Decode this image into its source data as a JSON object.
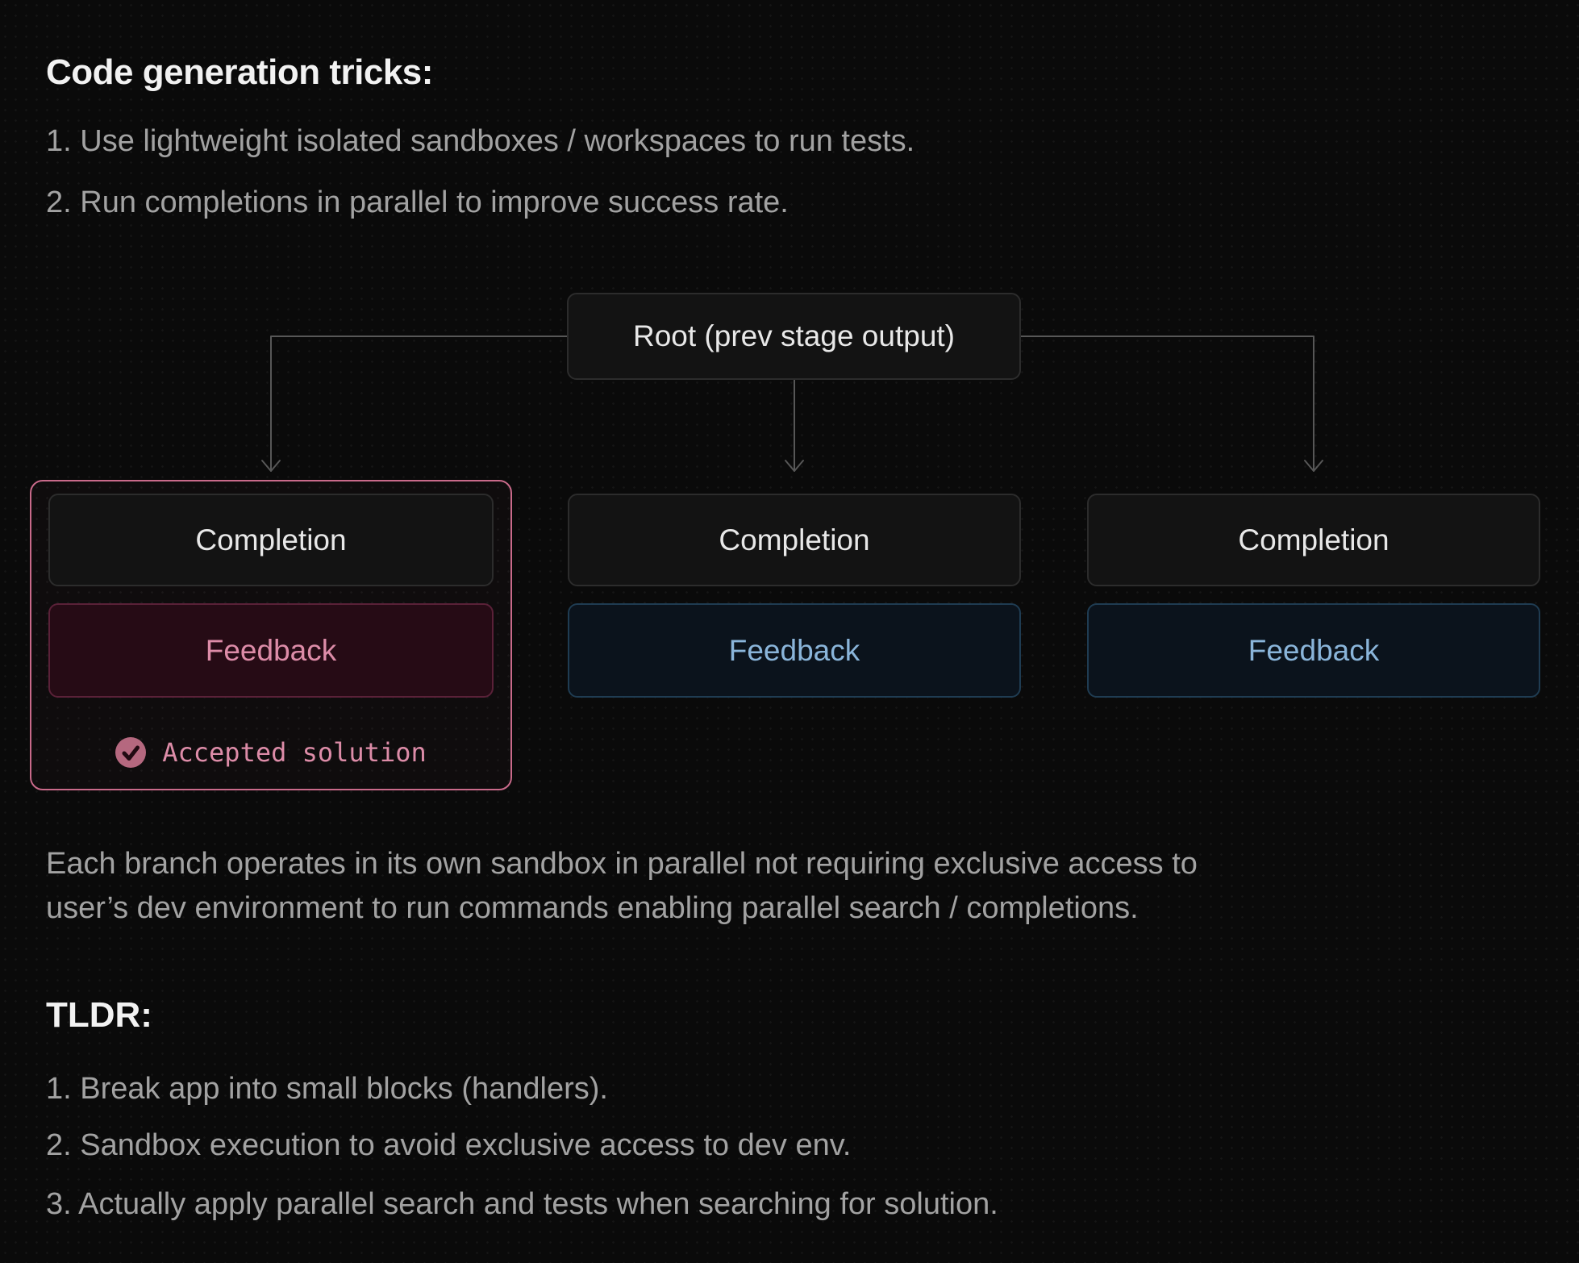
{
  "colors": {
    "page_bg": "#0a0a0a",
    "heading_text": "#f2f2f2",
    "body_text": "#a2a2a2",
    "node_bg": "#131313",
    "node_border": "#2c2c2c",
    "node_text": "#e8e8e8",
    "accent_pink": "#c96a8a",
    "pink_text": "#dd8ca8",
    "pink_feedback_bg": "#260b15",
    "pink_feedback_border": "#5a2138",
    "blue_text": "#8ab5da",
    "blue_feedback_bg": "#0b131c",
    "blue_feedback_border": "#1f3c52",
    "connector": "#575757",
    "check_fill": "#b5687f",
    "check_mark": "#220a12"
  },
  "header": {
    "title": "Code generation tricks:",
    "items": [
      "1. Use lightweight isolated sandboxes / workspaces to run tests.",
      "2. Run completions in parallel to improve success rate."
    ]
  },
  "diagram": {
    "root_label": "Root (prev stage output)",
    "branches": [
      {
        "completion_label": "Completion",
        "feedback_label": "Feedback",
        "variant": "pink",
        "accepted": true,
        "accepted_label": "Accepted solution"
      },
      {
        "completion_label": "Completion",
        "feedback_label": "Feedback",
        "variant": "blue",
        "accepted": false
      },
      {
        "completion_label": "Completion",
        "feedback_label": "Feedback",
        "variant": "blue",
        "accepted": false
      }
    ],
    "icons": {
      "accepted_icon": "check-circle-icon"
    }
  },
  "paragraph_lines": [
    "Each branch operates in its own sandbox in parallel not requiring exclusive access to",
    "user’s dev environment to run commands enabling parallel search / completions."
  ],
  "tldr": {
    "title": "TLDR:",
    "items": [
      "1. Break app into small blocks (handlers).",
      "2. Sandbox execution to avoid exclusive access to dev env.",
      "3. Actually apply parallel search and tests when searching for solution."
    ]
  }
}
